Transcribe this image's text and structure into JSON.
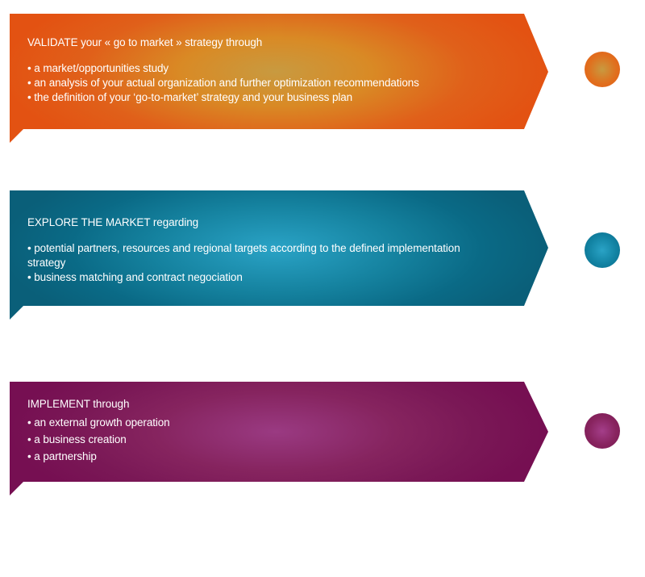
{
  "steps": [
    {
      "title": "VALIDATE your « go to market » strategy through",
      "bullets": [
        "• a market/opportunities study",
        "• an analysis of your actual organization and further optimization recommendations",
        "• the definition of your ‘go-to-market’ strategy and your business plan"
      ],
      "color": "#e35212",
      "accent": "#c89a40"
    },
    {
      "title": "EXPLORE THE MARKET regarding",
      "bullets": [
        "• potential partners, resources and regional targets according to the defined implementation strategy",
        "• business matching and contract negociation"
      ],
      "color": "#0a5f79",
      "accent": "#2aa3c6"
    },
    {
      "title": "IMPLEMENT through",
      "bullets": [
        "• an external growth operation",
        "• a business creation",
        "• a partnership"
      ],
      "color": "#760f52",
      "accent": "#9a3a82"
    }
  ]
}
